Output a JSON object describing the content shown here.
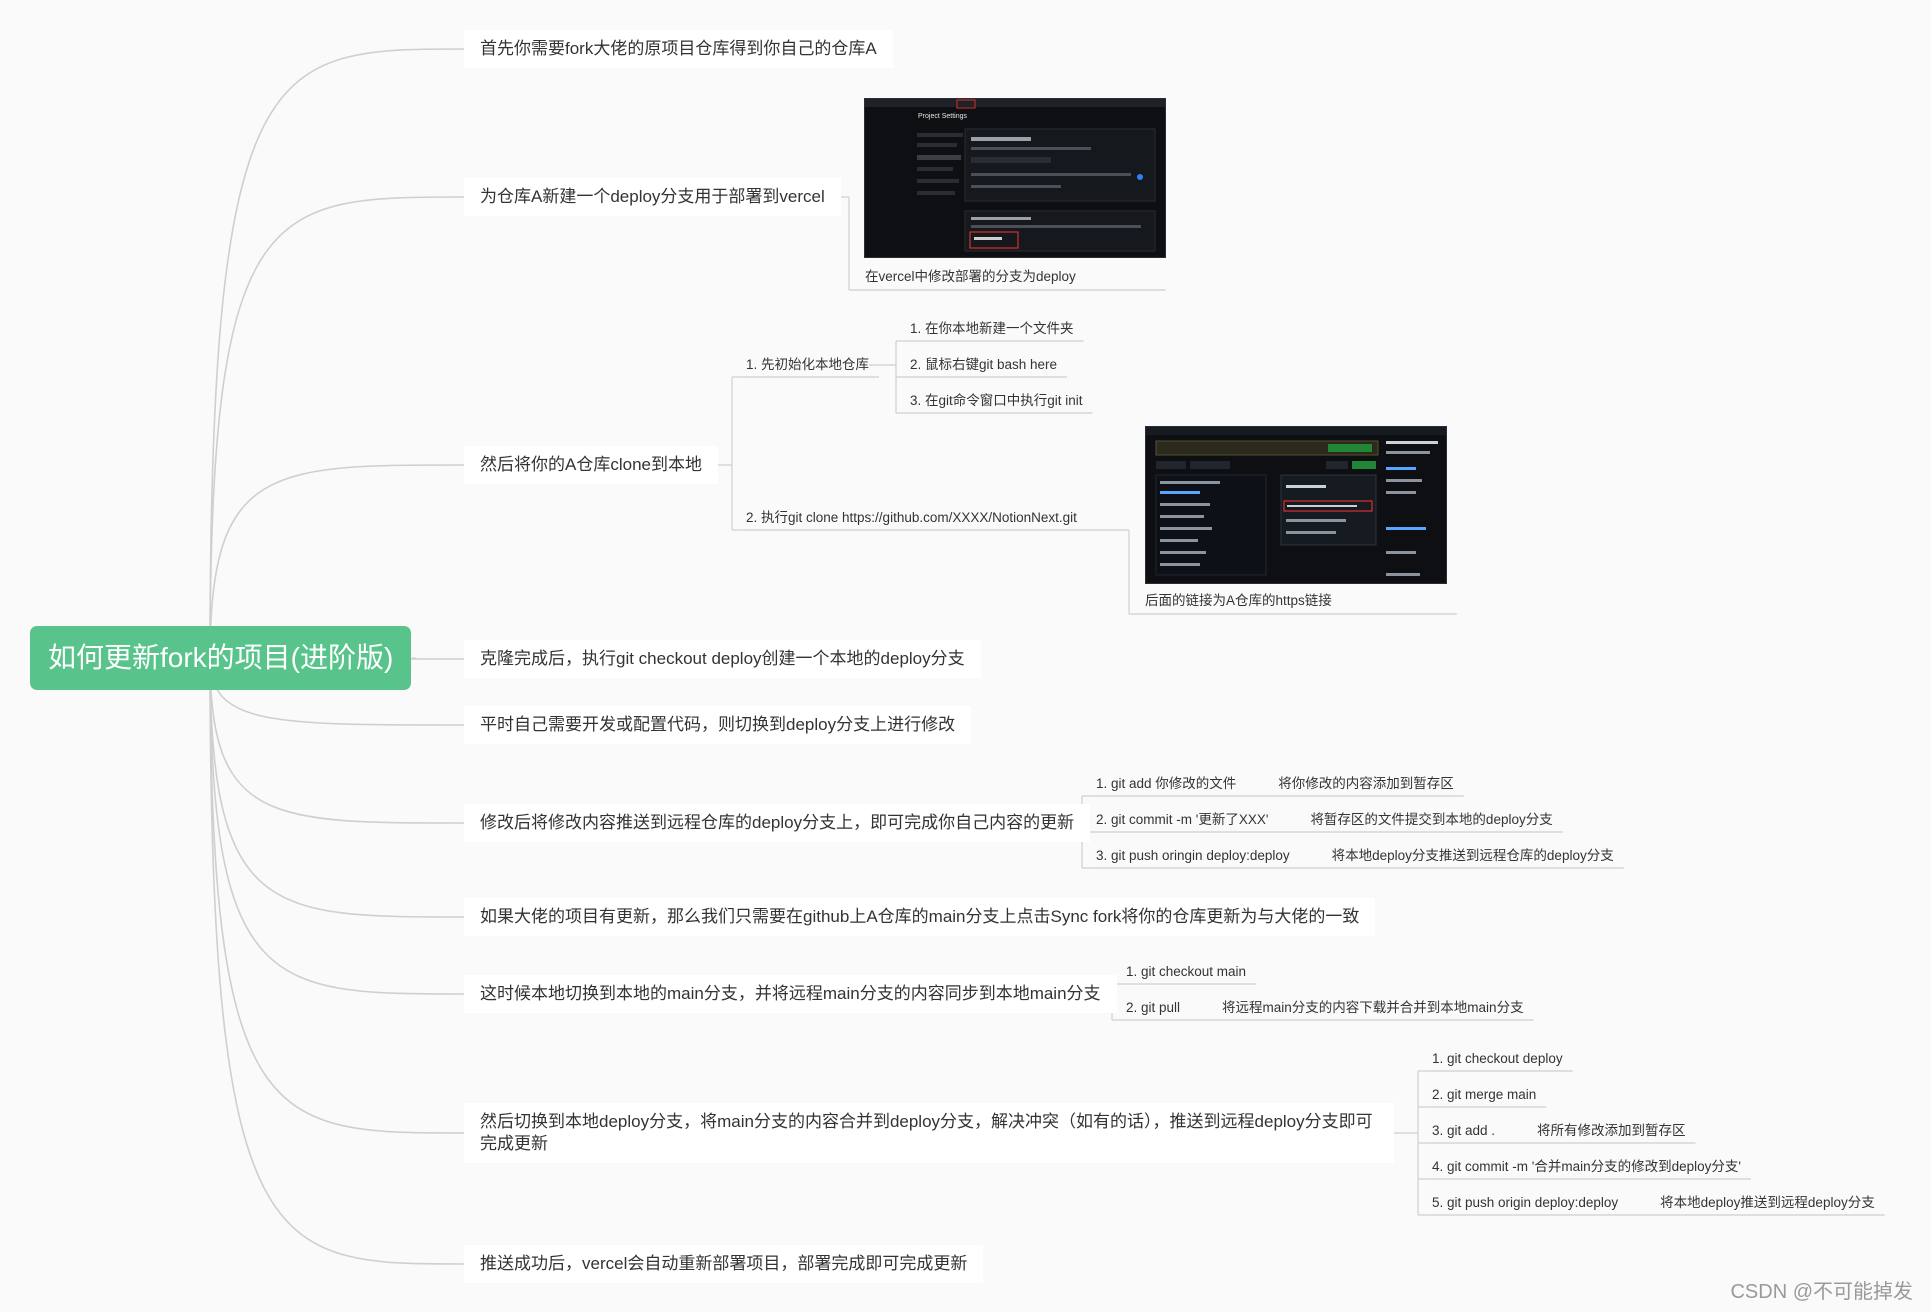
{
  "root": {
    "label": "如何更新fork的项目(进阶版)"
  },
  "topics": [
    {
      "label": "首先你需要fork大佬的原项目仓库得到你自己的仓库A"
    },
    {
      "label": "为仓库A新建一个deploy分支用于部署到vercel",
      "image_caption": "在vercel中修改部署的分支为deploy",
      "image_title": "Project Settings"
    },
    {
      "label": "然后将你的A仓库clone到本地",
      "children": [
        {
          "label": "1. 先初始化本地仓库",
          "children": [
            {
              "label": "1. 在你本地新建一个文件夹"
            },
            {
              "label": "2. 鼠标右键git bash here"
            },
            {
              "label": "3. 在git命令窗口中执行git init"
            }
          ]
        },
        {
          "label": "2. 执行git clone https://github.com/XXXX/NotionNext.git",
          "image_caption": "后面的链接为A仓库的https链接"
        }
      ]
    },
    {
      "label": "克隆完成后，执行git checkout deploy创建一个本地的deploy分支"
    },
    {
      "label": "平时自己需要开发或配置代码，则切换到deploy分支上进行修改"
    },
    {
      "label": "修改后将修改内容推送到远程仓库的deploy分支上，即可完成你自己内容的更新",
      "children": [
        {
          "label": "1. git add 你修改的文件",
          "note": "将你修改的内容添加到暂存区"
        },
        {
          "label": "2. git commit -m '更新了XXX'",
          "note": "将暂存区的文件提交到本地的deploy分支"
        },
        {
          "label": "3. git push oringin deploy:deploy",
          "note": "将本地deploy分支推送到远程仓库的deploy分支"
        }
      ]
    },
    {
      "label": "如果大佬的项目有更新，那么我们只需要在github上A仓库的main分支上点击Sync fork将你的仓库更新为与大佬的一致"
    },
    {
      "label": "这时候本地切换到本地的main分支，并将远程main分支的内容同步到本地main分支",
      "children": [
        {
          "label": "1. git checkout main"
        },
        {
          "label": "2. git pull",
          "note": "将远程main分支的内容下载并合并到本地main分支"
        }
      ]
    },
    {
      "label": "然后切换到本地deploy分支，将main分支的内容合并到deploy分支，解决冲突（如有的话），推送到远程deploy分支即可完成更新",
      "children": [
        {
          "label": "1. git checkout deploy"
        },
        {
          "label": "2. git merge main"
        },
        {
          "label": "3. git add .",
          "note": "将所有修改添加到暂存区"
        },
        {
          "label": "4. git commit -m '合并main分支的修改到deploy分支'"
        },
        {
          "label": "5. git push origin deploy:deploy",
          "note": "将本地deploy推送到远程deploy分支"
        }
      ]
    },
    {
      "label": "推送成功后，vercel会自动重新部署项目，部署完成即可完成更新"
    }
  ],
  "watermark": "CSDN @不可能掉发",
  "colors": {
    "root_bg": "#58c48b",
    "line": "#cfcfcf",
    "text": "#333333",
    "highlight": "#d93030"
  }
}
